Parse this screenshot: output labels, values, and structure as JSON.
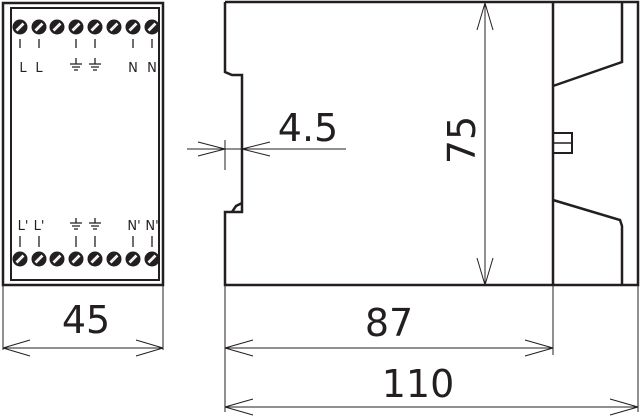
{
  "front_view": {
    "top_labels": [
      "L",
      "L",
      "⏚",
      "⏚",
      "N",
      "N"
    ],
    "bottom_labels": [
      "L'",
      "L'",
      "⏚",
      "⏚",
      "N'",
      "N'"
    ],
    "width_dim": "45"
  },
  "side_view": {
    "rail_dim": "4.5",
    "height_dim": "75",
    "depth_dim": "87",
    "total_depth_dim": "110"
  },
  "colors": {
    "line": "#231f20",
    "background": "#ffffff"
  }
}
